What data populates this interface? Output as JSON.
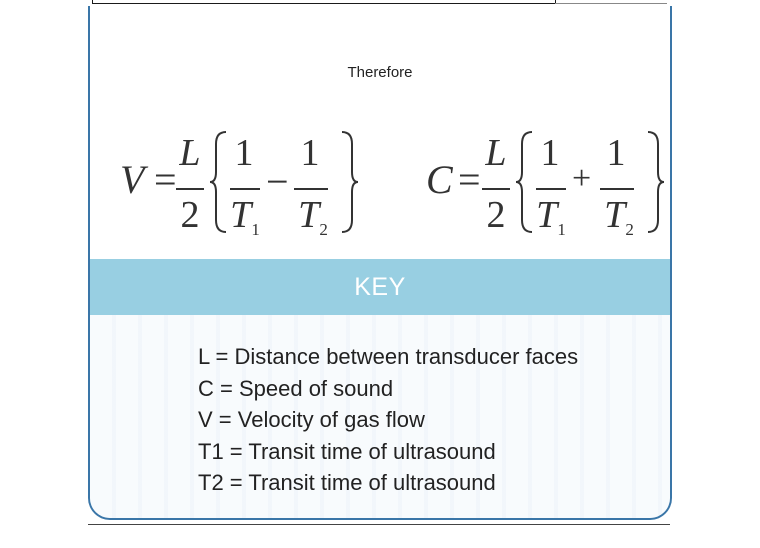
{
  "heading": "Therefore",
  "formula_v": {
    "lhs": "V",
    "equals": "=",
    "L": "L",
    "two": "2",
    "one_a": "1",
    "t1": "T",
    "t1_sub": "1",
    "op": "−",
    "one_b": "1",
    "t2": "T",
    "t2_sub": "2"
  },
  "formula_c": {
    "lhs": "C",
    "equals": "=",
    "L": "L",
    "two": "2",
    "one_a": "1",
    "t1": "T",
    "t1_sub": "1",
    "op": "+",
    "one_b": "1",
    "t2": "T",
    "t2_sub": "2"
  },
  "key": {
    "title": "KEY",
    "items": [
      "L = Distance between transducer faces",
      "C = Speed of sound",
      "V = Velocity of gas flow",
      "T1 = Transit time of ultrasound",
      "T2 = Transit time of ultrasound"
    ]
  },
  "colors": {
    "key_band": "#98cfe2",
    "card_border": "#3a76a8"
  }
}
